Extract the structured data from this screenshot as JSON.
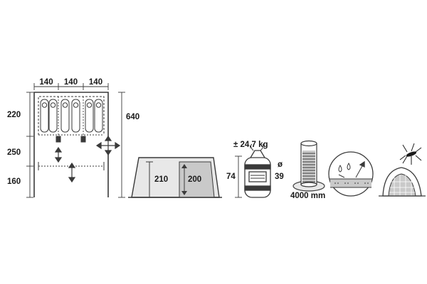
{
  "floor_plan": {
    "widths": [
      "140",
      "140",
      "140"
    ],
    "heights": [
      "220",
      "250",
      "160"
    ],
    "total_length": "640"
  },
  "tent_side": {
    "outer_height": "210",
    "inner_height": "200"
  },
  "pack_bag": {
    "weight": "± 24,7 kg",
    "length": "74",
    "diameter_symbol": "ø",
    "diameter": "39"
  },
  "water_column": {
    "value": "4000 mm"
  },
  "icons": [
    "floor-plan-icon",
    "tent-height-icon",
    "pack-bag-icon",
    "water-column-icon",
    "breathable-fabric-icon",
    "mosquito-net-icon"
  ],
  "colors": {
    "line": "#3a3a3a",
    "fill_grey": "#c9c9c9",
    "fill_light": "#e8e8e8"
  }
}
